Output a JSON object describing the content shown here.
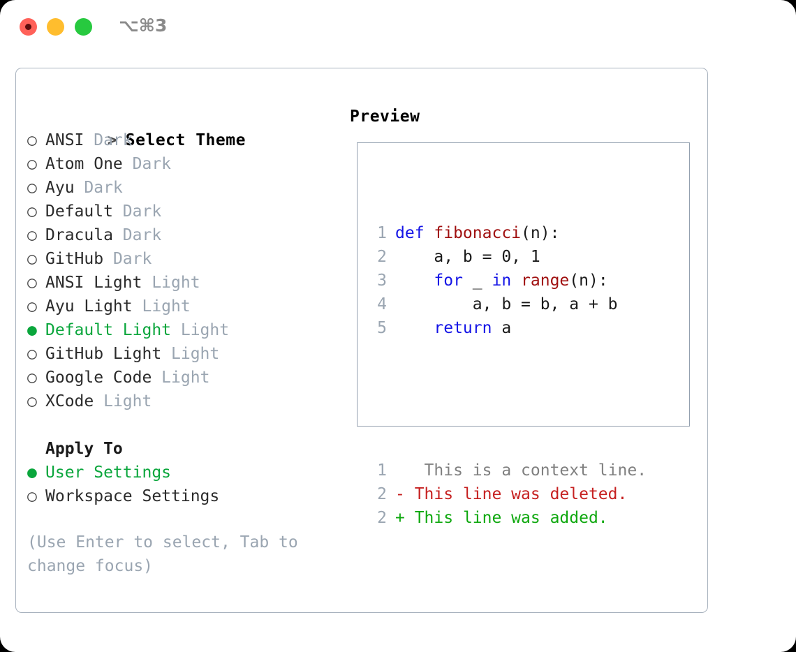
{
  "titlebar": {
    "shortcut": "⌥⌘3",
    "buttons": [
      {
        "name": "close",
        "color": "#ff6159"
      },
      {
        "name": "minimize",
        "color": "#ffbd2e"
      },
      {
        "name": "maximize",
        "color": "#27c93f"
      }
    ]
  },
  "colors": {
    "accent_green": "#0aa63c",
    "muted_gray": "#9aa5b1",
    "panel_border": "#a8b2be",
    "preview_border": "#93a0af",
    "keyword_blue": "#1414e6",
    "function_red": "#a01010",
    "diff_delete": "#c62121",
    "diff_add": "#0fa80f"
  },
  "theme_picker": {
    "header_prefix": ">",
    "header": "Select Theme",
    "marker_unselected": "○",
    "marker_selected": "●",
    "themes": [
      {
        "name": "ANSI",
        "kind": "Dark",
        "selected": false
      },
      {
        "name": "Atom One",
        "kind": "Dark",
        "selected": false
      },
      {
        "name": "Ayu",
        "kind": "Dark",
        "selected": false
      },
      {
        "name": "Default",
        "kind": "Dark",
        "selected": false
      },
      {
        "name": "Dracula",
        "kind": "Dark",
        "selected": false
      },
      {
        "name": "GitHub",
        "kind": "Dark",
        "selected": false
      },
      {
        "name": "ANSI Light",
        "kind": "Light",
        "selected": false
      },
      {
        "name": "Ayu Light",
        "kind": "Light",
        "selected": false
      },
      {
        "name": "Default Light",
        "kind": "Light",
        "selected": true
      },
      {
        "name": "GitHub Light",
        "kind": "Light",
        "selected": false
      },
      {
        "name": "Google Code",
        "kind": "Light",
        "selected": false
      },
      {
        "name": "XCode",
        "kind": "Light",
        "selected": false
      }
    ]
  },
  "apply_to": {
    "label": "Apply To",
    "options": [
      {
        "name": "User Settings",
        "selected": true
      },
      {
        "name": "Workspace Settings",
        "selected": false
      }
    ]
  },
  "help": {
    "text": "(Use Enter to select, Tab to change focus)"
  },
  "preview": {
    "title": "Preview",
    "code_lines": [
      {
        "lineno": "1",
        "tokens": [
          {
            "t": "def ",
            "c": "kw"
          },
          {
            "t": "fibonacci",
            "c": "fn"
          },
          {
            "t": "(n):",
            "c": "plain"
          }
        ]
      },
      {
        "lineno": "2",
        "tokens": [
          {
            "t": "    a, b = 0, 1",
            "c": "plain"
          }
        ]
      },
      {
        "lineno": "3",
        "tokens": [
          {
            "t": "    ",
            "c": "plain"
          },
          {
            "t": "for",
            "c": "kw"
          },
          {
            "t": " _ ",
            "c": "plain"
          },
          {
            "t": "in",
            "c": "kw"
          },
          {
            "t": " ",
            "c": "plain"
          },
          {
            "t": "range",
            "c": "fn"
          },
          {
            "t": "(n):",
            "c": "plain"
          }
        ]
      },
      {
        "lineno": "4",
        "tokens": [
          {
            "t": "        a, b = b, a + b",
            "c": "plain"
          }
        ]
      },
      {
        "lineno": "5",
        "tokens": [
          {
            "t": "    ",
            "c": "plain"
          },
          {
            "t": "return",
            "c": "kw"
          },
          {
            "t": " a",
            "c": "plain"
          }
        ]
      }
    ],
    "diff_lines": [
      {
        "lineno": "1",
        "sign": " ",
        "text": "  This is a context line.",
        "kind": "diff-ctx"
      },
      {
        "lineno": "2",
        "sign": "-",
        "text": " This line was deleted.",
        "kind": "diff-del"
      },
      {
        "lineno": "2",
        "sign": "+",
        "text": " This line was added.",
        "kind": "diff-add"
      }
    ]
  }
}
